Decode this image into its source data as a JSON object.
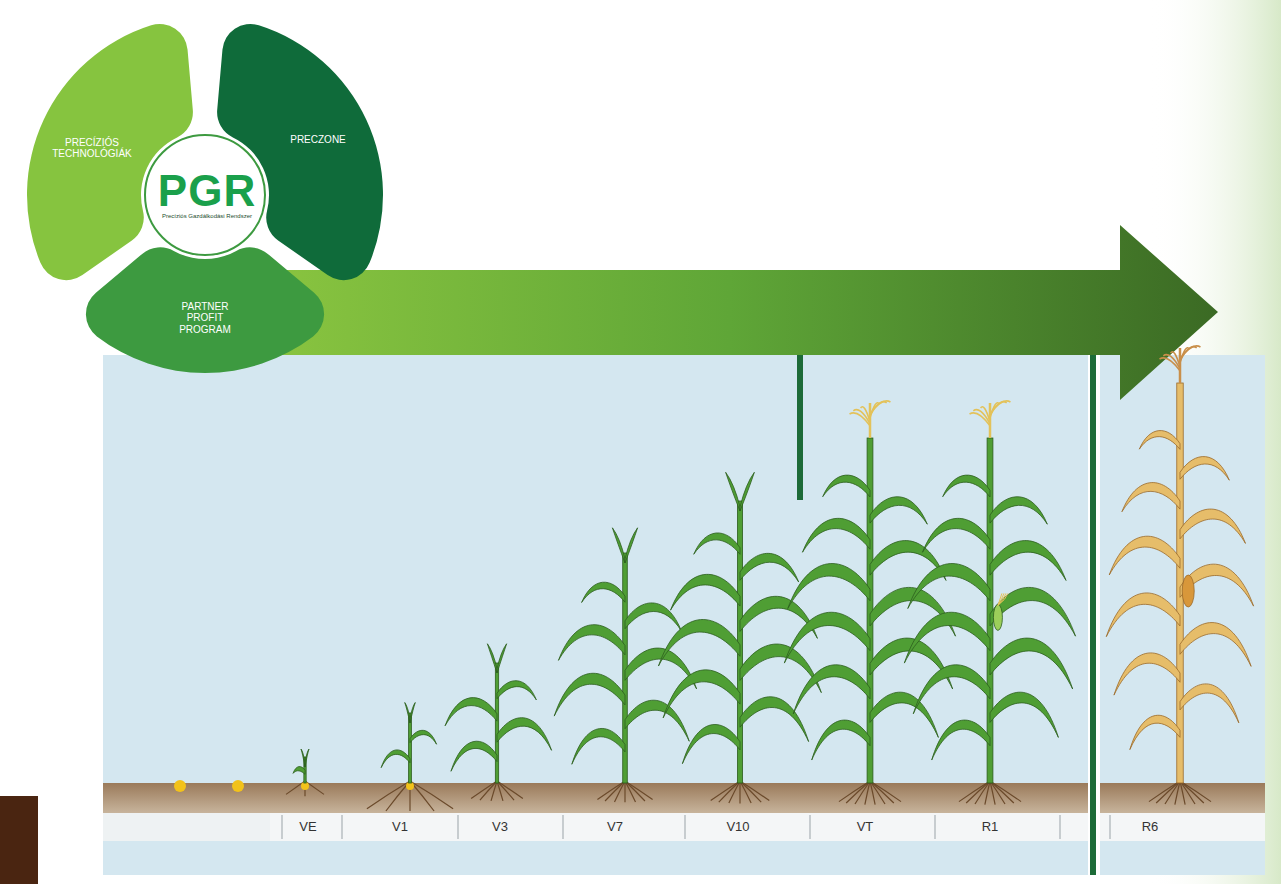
{
  "diagram": {
    "nodes": [
      {
        "text": [
          "PRECÍZIÓS TECHNOLÓGIÁK"
        ]
      },
      {
        "text": [
          "PRECZONE"
        ]
      },
      {
        "text": [
          "PGR",
          "Precíziós Gazdálkodási Rendszer"
        ]
      },
      {
        "text": [
          "PARTNER PROFIT PROGRAM"
        ]
      }
    ],
    "labels": [
      "VE",
      "V1",
      "V3",
      "V7",
      "V10",
      "VT",
      "R1",
      "R6"
    ]
  }
}
